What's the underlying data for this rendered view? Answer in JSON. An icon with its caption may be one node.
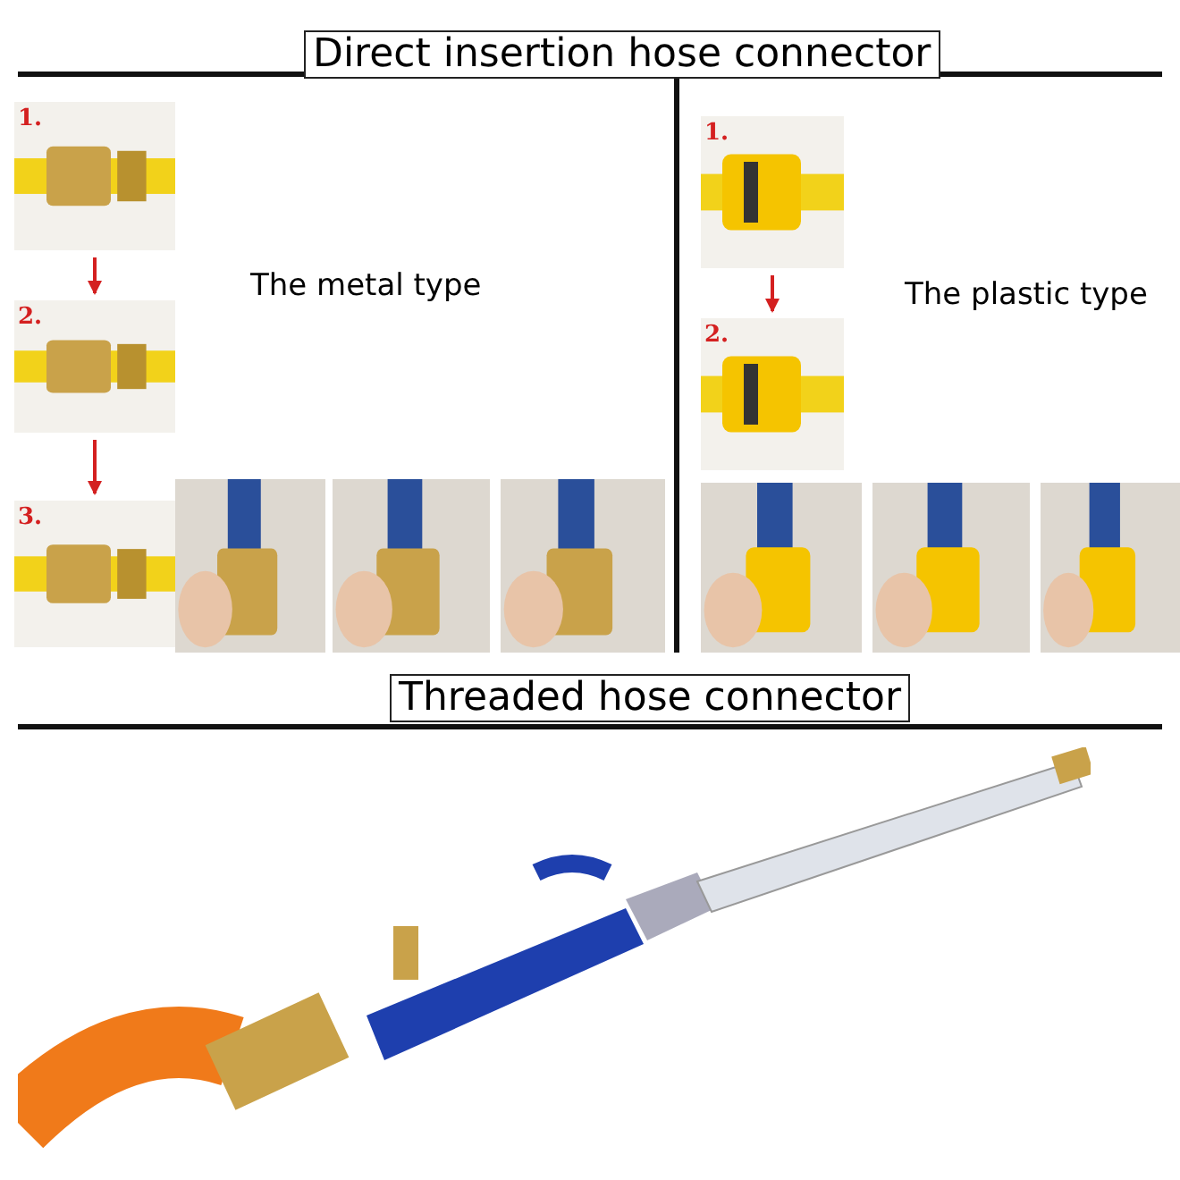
{
  "diagram": {
    "nodes": [
      {
        "text": [
          "1."
        ]
      },
      {
        "text": [
          "2."
        ]
      },
      {
        "text": [
          "3."
        ]
      },
      {
        "text": [],
        "shape": "picture"
      },
      {
        "text": [],
        "shape": "picture"
      },
      {
        "text": [],
        "shape": "picture"
      },
      {
        "text": [
          "1."
        ]
      },
      {
        "text": [
          "2."
        ]
      },
      {
        "text": [],
        "shape": "picture"
      },
      {
        "text": [],
        "shape": "picture"
      },
      {
        "text": [],
        "shape": "picture"
      },
      {
        "text": [],
        "shape": "picture"
      }
    ],
    "edges": [
      {
        "from": 0,
        "to": 1,
        "arrow": "to"
      },
      {
        "from": 1,
        "to": 2,
        "arrow": "to"
      },
      {
        "from": 6,
        "to": 7,
        "arrow": "to"
      }
    ],
    "labels": [
      "Direct insertion hose connector",
      "The metal type",
      "The plastic type",
      "Threaded hose connector"
    ]
  }
}
